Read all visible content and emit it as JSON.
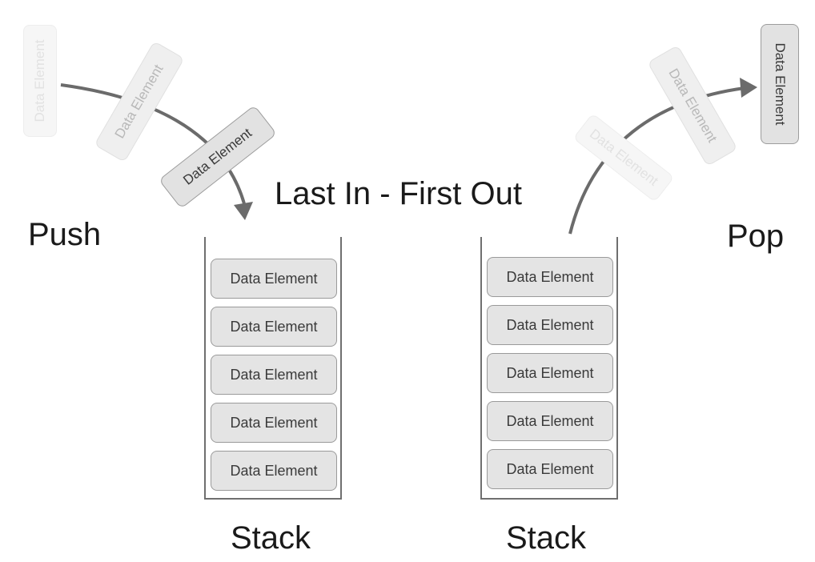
{
  "title": "Last In - First Out",
  "push_label": "Push",
  "pop_label": "Pop",
  "stacks": [
    {
      "caption": "Stack",
      "elements": [
        "Data Element",
        "Data Element",
        "Data Element",
        "Data Element",
        "Data Element"
      ]
    },
    {
      "caption": "Stack",
      "elements": [
        "Data Element",
        "Data Element",
        "Data Element",
        "Data Element",
        "Data Element"
      ]
    }
  ],
  "push_motion": [
    "Data Element",
    "Data Element",
    "Data Element"
  ],
  "pop_motion": [
    "Data Element",
    "Data Element",
    "Data Element"
  ],
  "colors": {
    "arrow": "#6b6b6b",
    "box_fill": "#e4e4e4",
    "box_border": "#9a9a9a",
    "text": "#1a1a1a"
  }
}
